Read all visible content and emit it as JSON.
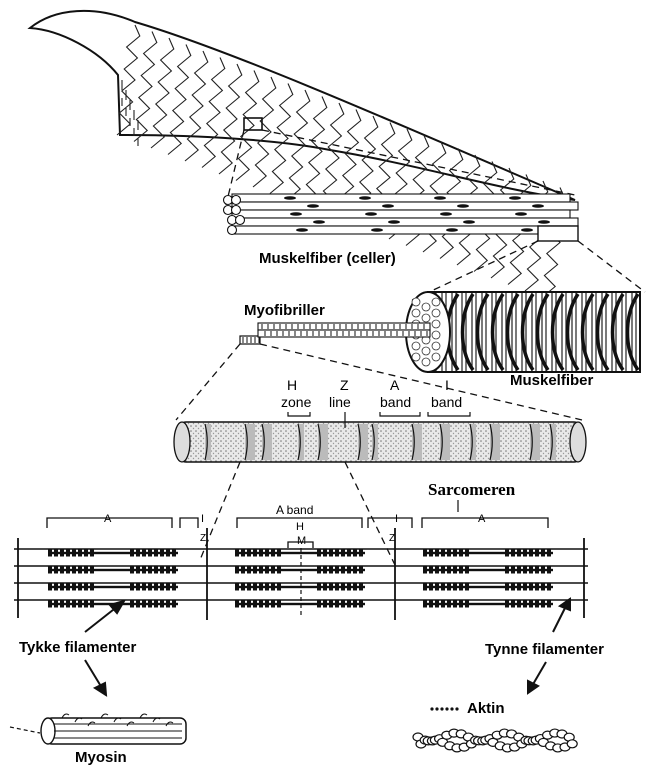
{
  "labels": {
    "muskelfiber_celler": "Muskelfiber (celler)",
    "myofibriller": "Myofibriller",
    "muskelfiber": "Muskelfiber",
    "h_letter": "H",
    "h_zone": "zone",
    "z_letter": "Z",
    "z_line": "line",
    "a_letter": "A",
    "a_band": "band",
    "i_letter": "I",
    "i_band": "band",
    "sarcomeren": "Sarcomeren",
    "a_band_mid": "A band",
    "bracket_a_left": "A",
    "bracket_i_left": "I",
    "bracket_h": "H",
    "bracket_m": "M",
    "bracket_i_right": "I",
    "bracket_a_right": "A",
    "z_left": "Z",
    "z_right": "Z",
    "tykke": "Tykke filamenter",
    "tynne": "Tynne filamenter",
    "aktin": "Aktin",
    "myosin": "Myosin"
  },
  "colors": {
    "ink": "#111111",
    "paper": "#ffffff",
    "fiber_gray": "#d8d8d8"
  }
}
